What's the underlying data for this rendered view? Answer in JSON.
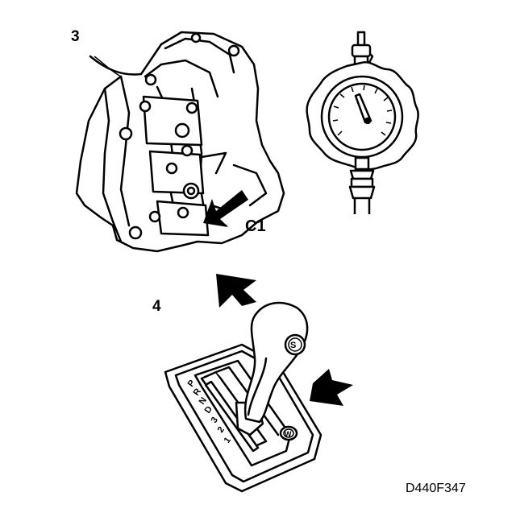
{
  "labels": {
    "step3": "3",
    "step4": "4",
    "connection": "C1",
    "figure_code": "D440F347",
    "sport_button": "S",
    "winter_button": "W",
    "gear_positions": [
      "P",
      "R",
      "N",
      "D",
      "3",
      "2",
      "1"
    ]
  },
  "colors": {
    "line": "#000000",
    "background": "#ffffff"
  },
  "icons": {
    "transmission": "transmission-housing-icon",
    "gauge": "pressure-gauge-icon",
    "selector": "gear-selector-icon"
  }
}
